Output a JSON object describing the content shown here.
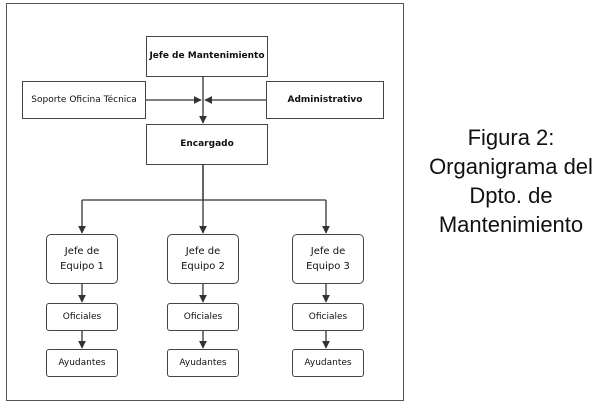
{
  "nodes": {
    "jefe_mantenimiento": "Jefe de Mantenimiento",
    "soporte": "Soporte Oficina Técnica",
    "administrativo": "Administrativo",
    "encargado": "Encargado",
    "jefe_equipo_1": [
      "Jefe de",
      "Equipo 1"
    ],
    "jefe_equipo_2": [
      "Jefe de",
      "Equipo 2"
    ],
    "jefe_equipo_3": [
      "Jefe de",
      "Equipo 3"
    ],
    "oficiales": "Oficiales",
    "ayudantes": "Ayudantes"
  },
  "caption": [
    "Figura 2:",
    "Organigrama del",
    "Dpto. de",
    "Mantenimiento"
  ]
}
